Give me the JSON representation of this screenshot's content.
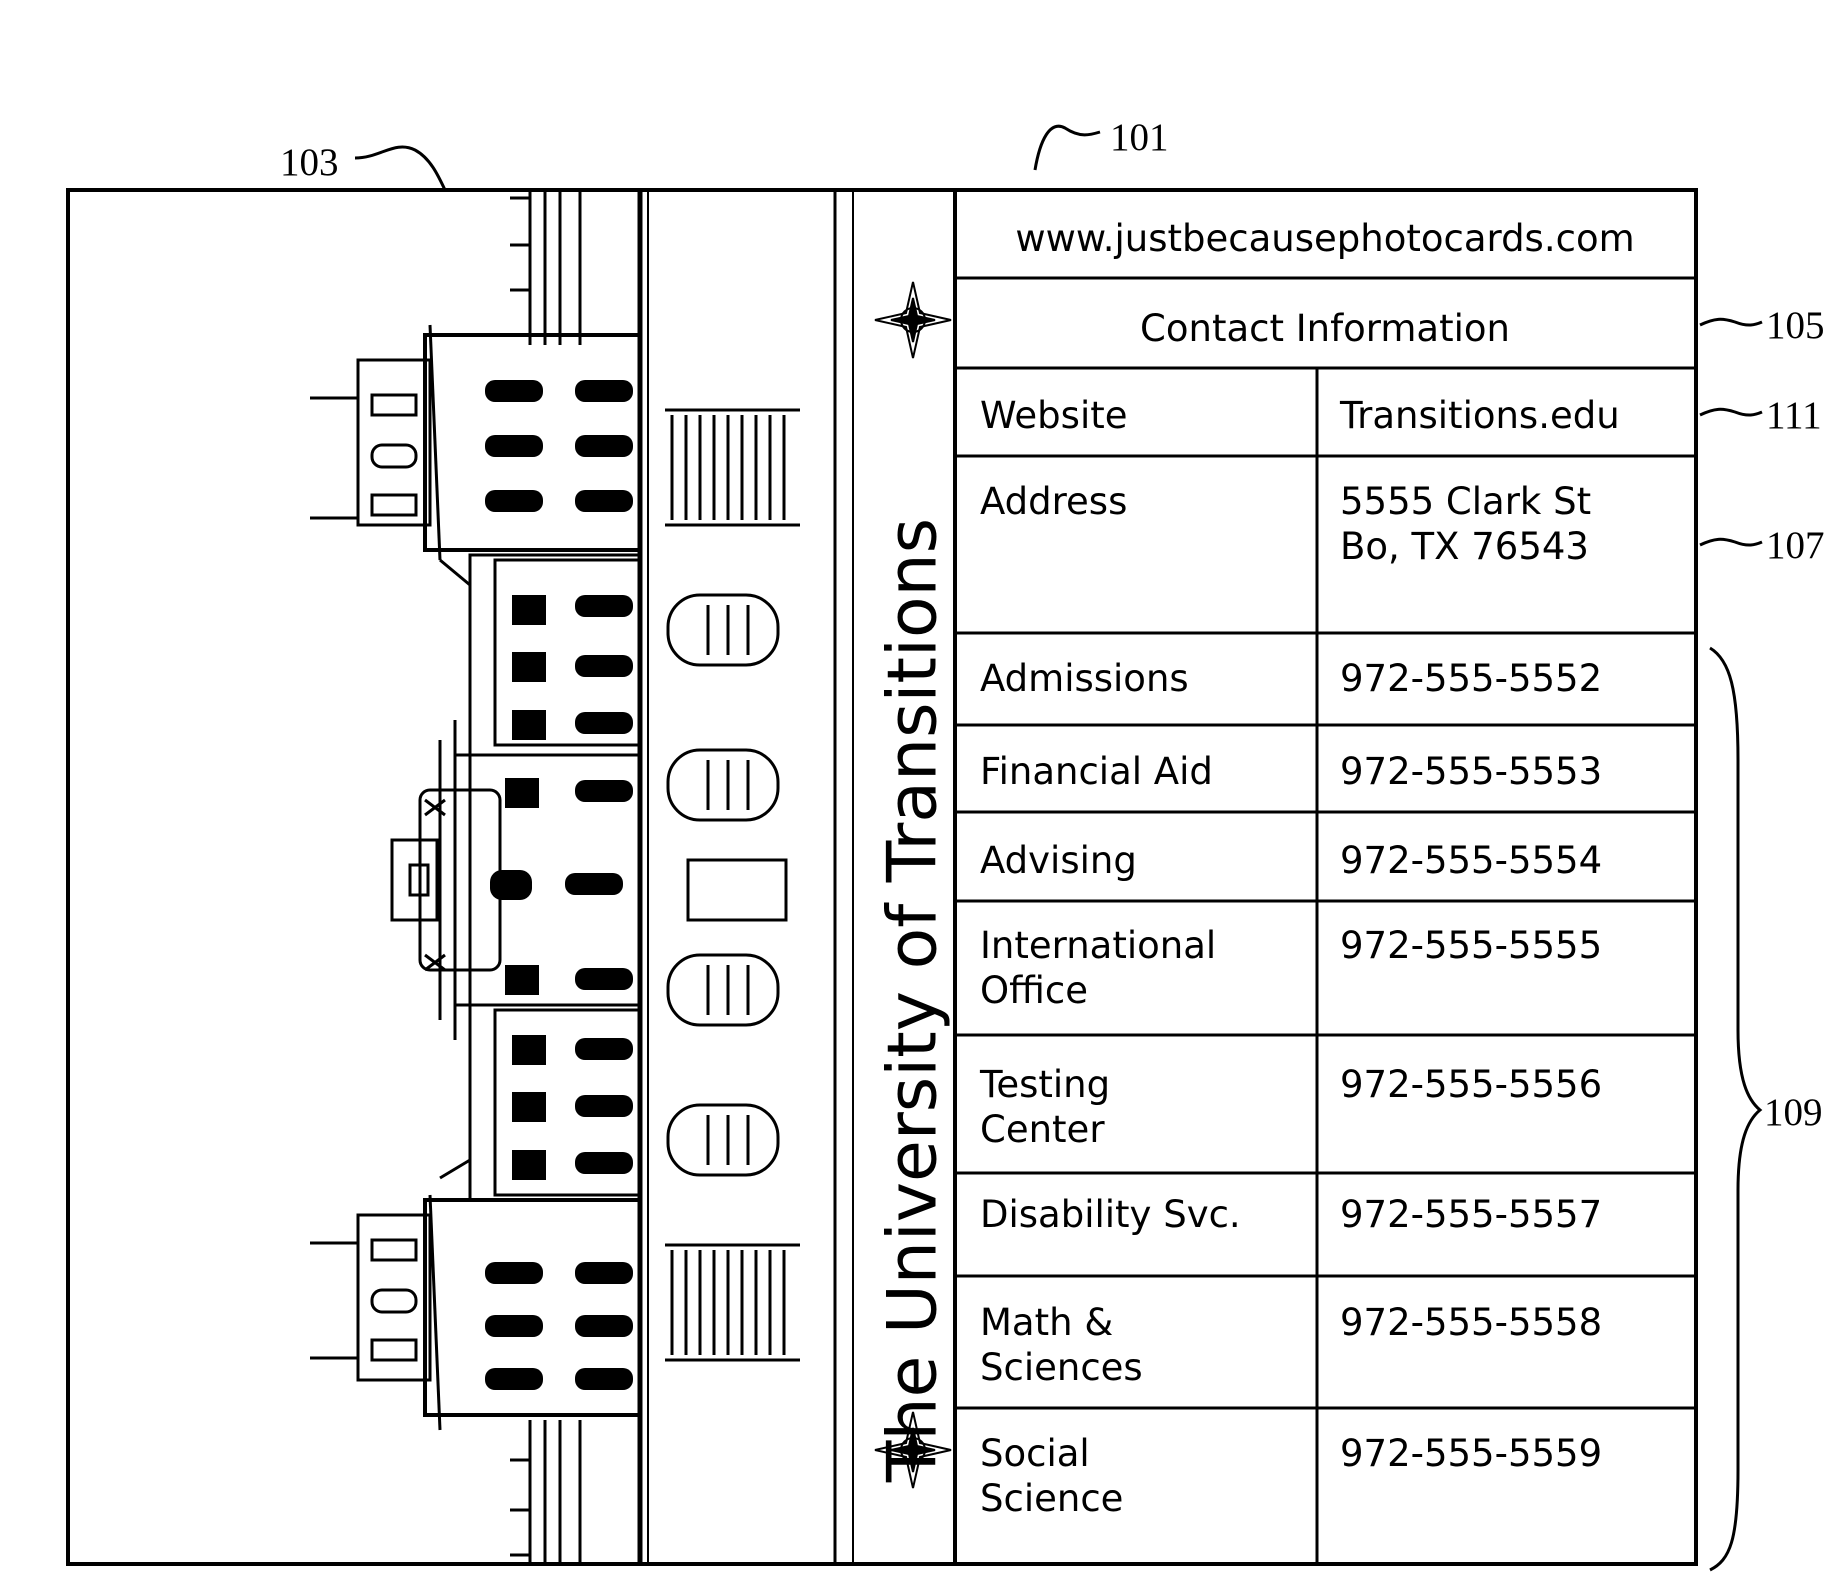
{
  "labels": {
    "ref_101": "101",
    "ref_103": "103",
    "ref_105": "105",
    "ref_107": "107",
    "ref_109": "109",
    "ref_111": "111"
  },
  "card": {
    "vertical_title": "The University of Transitions",
    "website_banner": "www.justbecausephotocards.com",
    "header": "Contact Information"
  },
  "rows": [
    {
      "label": "Website",
      "value": "Transitions.edu"
    },
    {
      "label": "Address",
      "value": "5555 Clark St\nBo, TX 76543"
    },
    {
      "label": "Admissions",
      "value": "972-555-5552"
    },
    {
      "label": "Financial Aid",
      "value": "972-555-5553"
    },
    {
      "label": "Advising",
      "value": "972-555-5554"
    },
    {
      "label": "International\nOffice",
      "value": "972-555-5555"
    },
    {
      "label": "Testing\nCenter",
      "value": "972-555-5556"
    },
    {
      "label": "Disability Svc.",
      "value": "972-555-5557"
    },
    {
      "label": "Math &\nSciences",
      "value": "972-555-5558"
    },
    {
      "label": "Social\nScience",
      "value": "972-555-5559"
    }
  ]
}
